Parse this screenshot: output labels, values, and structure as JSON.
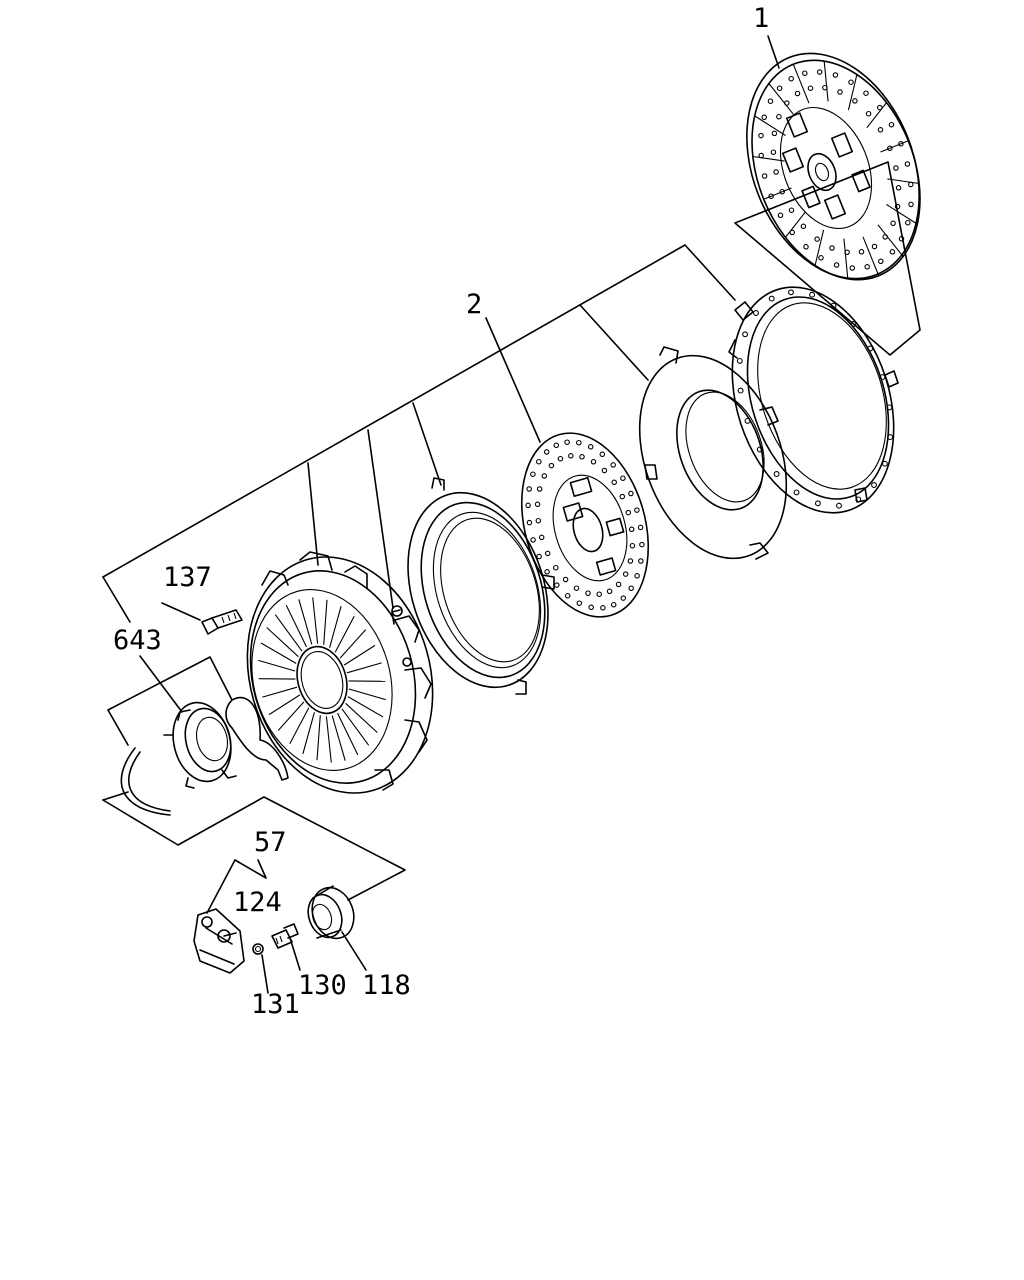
{
  "diagram": {
    "callouts": {
      "p1": "1",
      "p2": "2",
      "p137": "137",
      "p643": "643",
      "p57": "57",
      "p124": "124",
      "p131": "131",
      "p130": "130",
      "p118": "118"
    }
  }
}
